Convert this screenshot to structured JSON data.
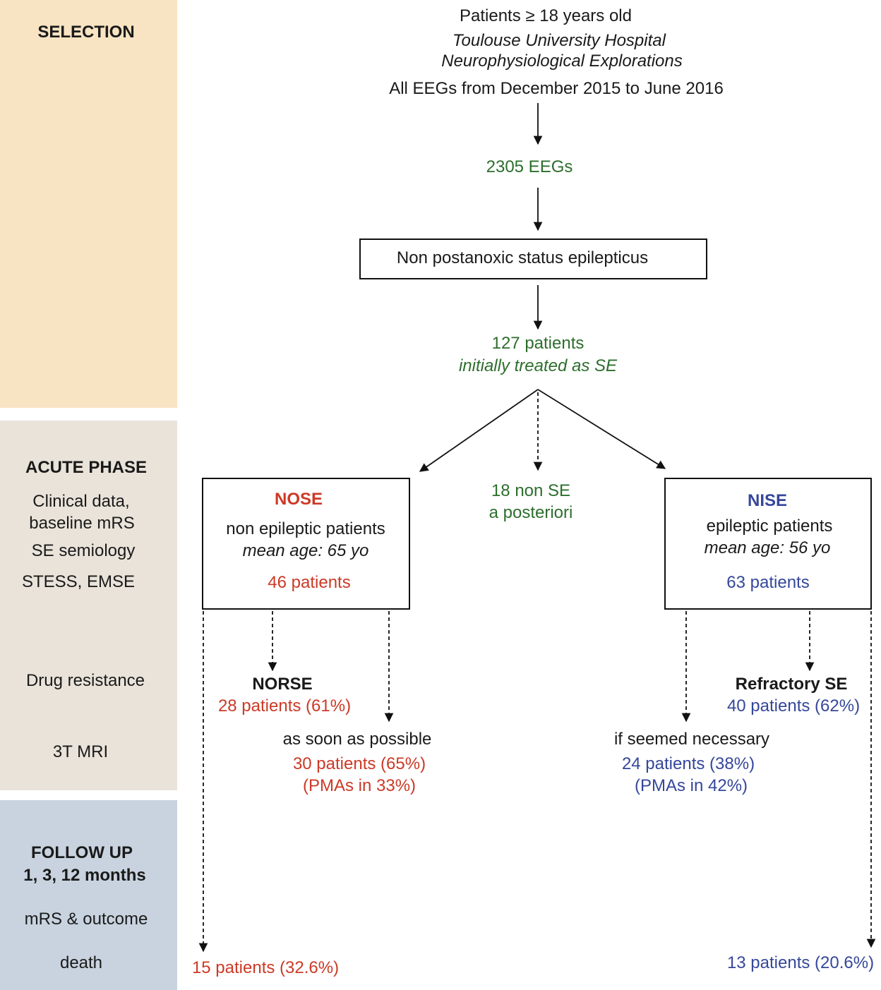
{
  "sidebar": {
    "selection": {
      "title": "SELECTION",
      "color": "#f8e4c3"
    },
    "acute": {
      "title": "ACUTE PHASE",
      "color": "#e9e3da",
      "items": [
        "Clinical data,",
        "baseline mRS",
        "SE semiology",
        "STESS, EMSE",
        "Drug resistance",
        "3T MRI"
      ]
    },
    "followup": {
      "title_line1": "FOLLOW UP",
      "title_line2": "1, 3, 12 months",
      "color": "#c8d3df",
      "items": [
        "mRS & outcome",
        "death"
      ]
    }
  },
  "top": {
    "line1": "Patients ≥ 18 years old",
    "line2": "Toulouse University Hospital",
    "line3": "Neurophysiological Explorations",
    "line4": "All EEGs from December 2015 to June 2016"
  },
  "eegs": "2305 EEGs",
  "main_box": "Non postanoxic status epilepticus",
  "treated": {
    "count": "127 patients",
    "note": "initially treated as SE"
  },
  "non_se": {
    "line1": "18 non SE",
    "line2": "a posteriori"
  },
  "nose": {
    "title": "NOSE",
    "desc": "non epileptic patients",
    "age": "mean age: 65 yo",
    "count": "46 patients",
    "norse_title": "NORSE",
    "norse_count": "28 patients (61%)",
    "mri_label": "as soon as possible",
    "mri_count": "30 patients (65%)",
    "mri_pma": "(PMAs in 33%)",
    "death": "15 patients (32.6%)"
  },
  "nise": {
    "title": "NISE",
    "desc": "epileptic patients",
    "age": "mean age: 56 yo",
    "count": "63 patients",
    "rse_title": "Refractory SE",
    "rse_count": "40 patients (62%)",
    "mri_label": "if seemed necessary",
    "mri_count": "24 patients (38%)",
    "mri_pma": "(PMAs in 42%)",
    "death": "13 patients (20.6%)"
  },
  "colors": {
    "green": "#2d6e2d",
    "red": "#cc3a26",
    "blue": "#35479a"
  }
}
